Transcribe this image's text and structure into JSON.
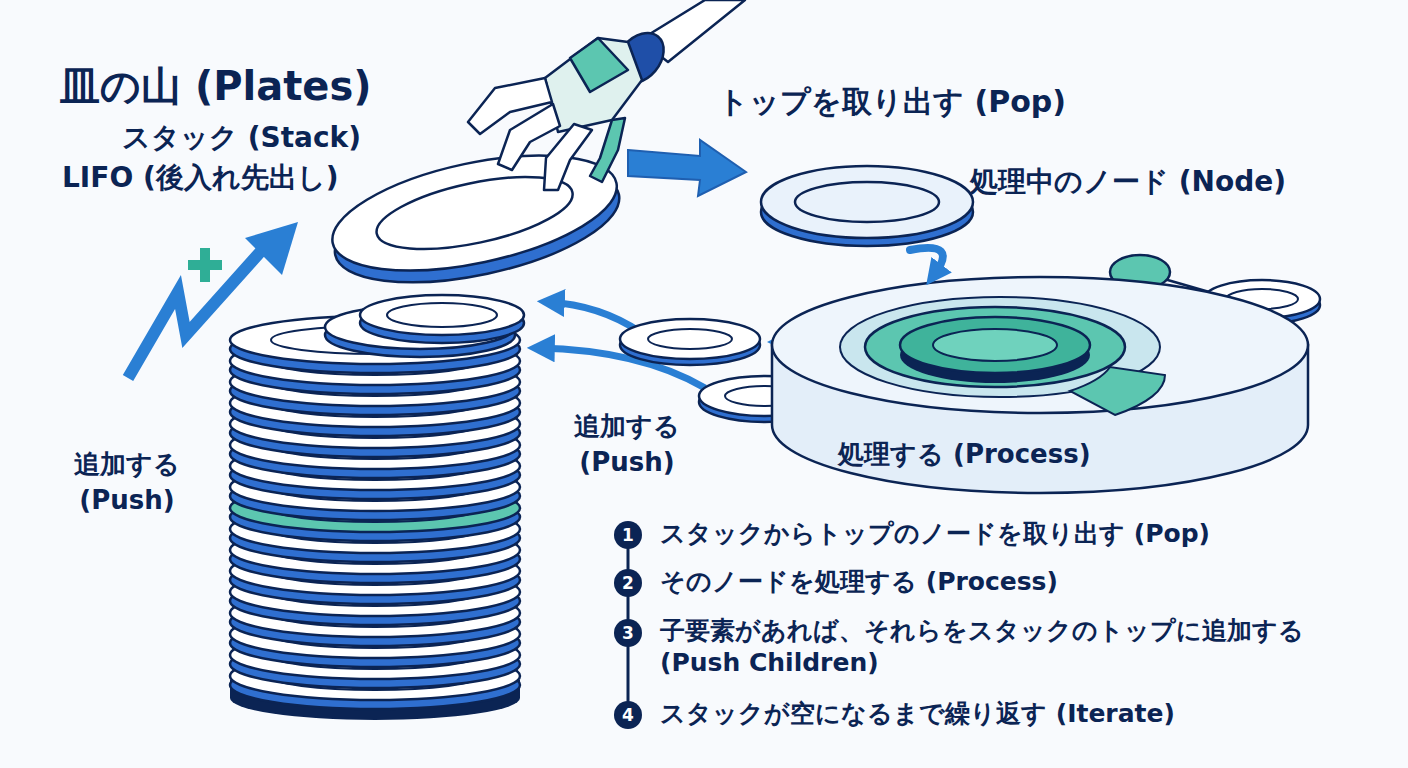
{
  "diagram": {
    "title": "皿の山 (Plates)",
    "nodes": [
      {
        "text": [
          "処理中のノード (Node)"
        ]
      },
      {
        "text": [
          "処理する (Process)"
        ]
      },
      {
        "text": [
          "1",
          "スタックからトップのノードを取り出す (Pop)"
        ]
      },
      {
        "text": [
          "2",
          "そのノードを処理する (Process)"
        ]
      },
      {
        "text": [
          "3",
          "子要素があれば、それらをスタックのトップに追加する (Push Children)"
        ]
      },
      {
        "text": [
          "4",
          "スタックが空になるまで繰り返す (Iterate)"
        ]
      }
    ],
    "edges": [
      {
        "from": 0,
        "to": 1,
        "arrow": "to"
      },
      {
        "from": 2,
        "to": 3,
        "arrow": "none"
      },
      {
        "from": 3,
        "to": 4,
        "arrow": "none"
      },
      {
        "from": 4,
        "to": 5,
        "arrow": "none"
      }
    ],
    "labels": [
      "スタック (Stack)",
      "LIFO (後入れ先出し)",
      "トップを取り出す (Pop)",
      "追加する (Push)",
      "追加する (Push)"
    ]
  }
}
